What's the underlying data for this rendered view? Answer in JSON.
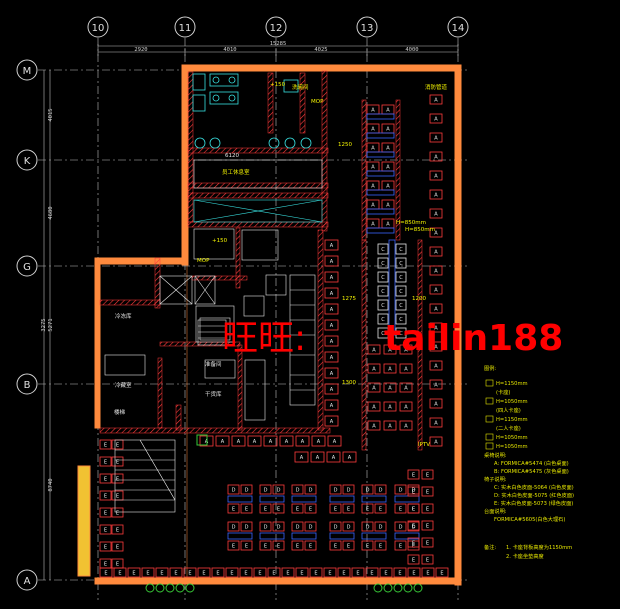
{
  "grid": {
    "columns": [
      "10",
      "11",
      "12",
      "13",
      "14"
    ],
    "rows": [
      "M",
      "K",
      "G",
      "B",
      "A"
    ]
  },
  "dims": {
    "top_segments": [
      "2920",
      "4010",
      "4025",
      "4000"
    ],
    "top_total": "15285",
    "left_segments": [
      "4015",
      "4680",
      "5271",
      "8740"
    ],
    "left_total_partial": "3275"
  },
  "rooms": {
    "staff_restroom": "员工休息室",
    "mop_upper": "MOP",
    "mop_lower": "MOP",
    "cold_storage": "冷冻库",
    "cool_room": "冷藏室",
    "dish_room": "洗碗间",
    "prep_room": "准备间",
    "dry_store": "干货库",
    "elevation_a": "+150",
    "elevation_b": "+150",
    "dim_1250": "1250",
    "dim_6120": "6120",
    "dim_1200": "1200",
    "dim_1275": "1275",
    "dim_1300": "1300",
    "h850_a": "H=850mm",
    "h850_b": "H=850mm",
    "iptv": "IPTV",
    "fire_label": "消防管道",
    "stair": "楼梯"
  },
  "legend": {
    "title": "图例:",
    "items": [
      "H=1150mm",
      "(卡座)",
      "H=1050mm",
      "(四人卡座)",
      "H=1150mm",
      "(二人卡座)",
      "H=1050mm",
      "H=1050mm"
    ],
    "section2_title": "桌椅说明:",
    "section2": [
      "A: FORMICA#5474 (白色桌面)",
      "B: FORMICA#5475 (灰色桌面)"
    ],
    "section3_title": "椅子说明:",
    "section3": [
      "C: 实木白色皮面-5064 (白色皮面)",
      "D: 实木白色皮面-5075 (红色皮面)",
      "E: 实木白色皮面-5073 (绿色皮面)"
    ],
    "section4_title": "台面说明:",
    "section4": [
      "FORMICA#5605(白色大理石)"
    ],
    "notes_title": "备注:",
    "notes": [
      "1. 卡座背板高度为1150mm",
      "2. 卡座坐垫高度"
    ]
  },
  "watermark": {
    "cjk": "旺旺:",
    "latin": "tailin188"
  },
  "colors": {
    "background": "#000000",
    "grid_line": "#cfcfcf",
    "wall": "#ff8a3d",
    "furniture": "#ff3b3b",
    "seat_red": "#c8102e",
    "table_blue": "#3a66ff",
    "fixture_cyan": "#38e0e0",
    "text_yellow": "#f6f600",
    "plant_green": "#37c837",
    "watermark": "#ff0000",
    "legend_text": "#e6e600"
  }
}
